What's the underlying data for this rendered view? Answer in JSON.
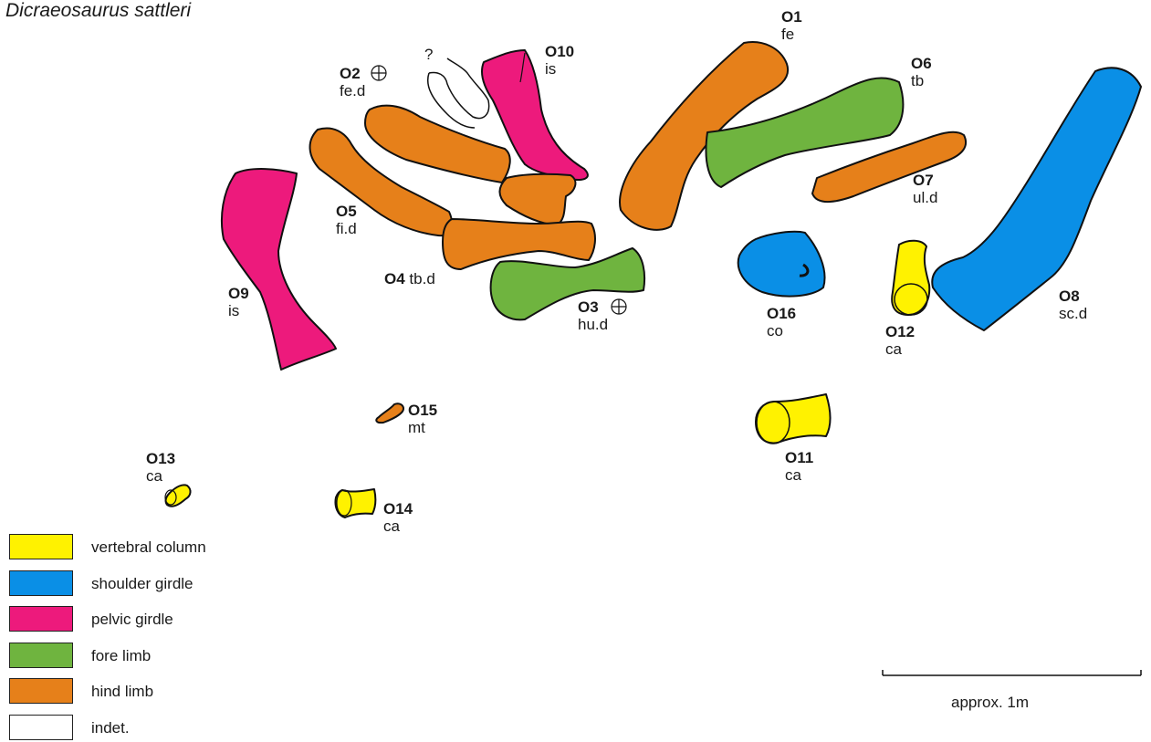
{
  "title": "Dicraeosaurus sattleri",
  "colors": {
    "vertebral_column": "#fff200",
    "shoulder_girdle": "#0a8fe6",
    "pelvic_girdle": "#ed1a7c",
    "fore_limb": "#6fb43f",
    "hind_limb": "#e6801a",
    "indet": "#ffffff"
  },
  "bones": [
    {
      "id": "O1",
      "abbr": "fe",
      "category": "hind_limb"
    },
    {
      "id": "O2",
      "abbr": "fe.d",
      "category": "hind_limb"
    },
    {
      "id": "O3",
      "abbr": "hu.d",
      "category": "fore_limb"
    },
    {
      "id": "O4",
      "abbr": "tb.d",
      "category": "hind_limb"
    },
    {
      "id": "O5",
      "abbr": "fi.d",
      "category": "hind_limb"
    },
    {
      "id": "O6",
      "abbr": "tb",
      "category": "fore_limb"
    },
    {
      "id": "O7",
      "abbr": "ul.d",
      "category": "hind_limb"
    },
    {
      "id": "O8",
      "abbr": "sc.d",
      "category": "shoulder_girdle"
    },
    {
      "id": "O9",
      "abbr": "is",
      "category": "pelvic_girdle"
    },
    {
      "id": "O10",
      "abbr": "is",
      "category": "pelvic_girdle"
    },
    {
      "id": "O11",
      "abbr": "ca",
      "category": "vertebral_column"
    },
    {
      "id": "O12",
      "abbr": "ca",
      "category": "vertebral_column"
    },
    {
      "id": "O13",
      "abbr": "ca",
      "category": "vertebral_column"
    },
    {
      "id": "O14",
      "abbr": "ca",
      "category": "vertebral_column"
    },
    {
      "id": "O15",
      "abbr": "mt",
      "category": "hind_limb"
    },
    {
      "id": "O16",
      "abbr": "co",
      "category": "shoulder_girdle"
    }
  ],
  "unknown_mark": "?",
  "legend": [
    {
      "label": "vertebral column",
      "color": "#fff200"
    },
    {
      "label": "shoulder girdle",
      "color": "#0a8fe6"
    },
    {
      "label": "pelvic girdle",
      "color": "#ed1a7c"
    },
    {
      "label": "fore limb",
      "color": "#6fb43f"
    },
    {
      "label": "hind limb",
      "color": "#e6801a"
    },
    {
      "label": "indet.",
      "color": "#ffffff"
    }
  ],
  "scale_label": "approx. 1m"
}
